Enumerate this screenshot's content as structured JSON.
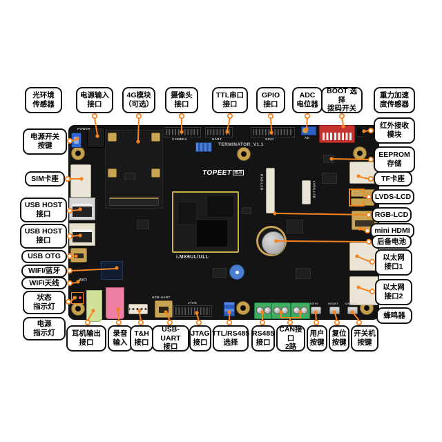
{
  "colors": {
    "accent_line": "#F6831E",
    "pcb": "#141414",
    "label_bg": "#FFFFFF",
    "label_border": "#111111",
    "dip_switch_red": "#C6332E",
    "terminal_green": "#3FAE62",
    "pot_blue": "#2E5FC0"
  },
  "callouts": {
    "top": [
      {
        "id": "light-env-sensor",
        "text": "光环境\n传感器"
      },
      {
        "id": "power-input",
        "text": "电源输入\n接口"
      },
      {
        "id": "module-4g",
        "text": "4G模块\n（可选）"
      },
      {
        "id": "camera",
        "text": "摄像头\n接口"
      },
      {
        "id": "ttl-serial",
        "text": "TTL串口\n接口"
      },
      {
        "id": "gpio",
        "text": "GPIO\n接口"
      },
      {
        "id": "adc-pot",
        "text": "ADC\n电位器"
      },
      {
        "id": "boot-dip",
        "text": "BOOT 选择\n拨码开关"
      }
    ],
    "right": [
      {
        "id": "gravity-sensor",
        "text": "重力加速\n度传感器"
      },
      {
        "id": "ir-receiver",
        "text": "红外接收\n模块"
      },
      {
        "id": "eeprom",
        "text": "EEPROM\n存储"
      },
      {
        "id": "tf-card",
        "text": "TF卡座"
      },
      {
        "id": "lvds-lcd",
        "text": "LVDS-LCD"
      },
      {
        "id": "rgb-lcd",
        "text": "RGB-LCD"
      },
      {
        "id": "mini-hdmi",
        "text": "mini HDMI"
      },
      {
        "id": "backup-battery",
        "text": "后备电池"
      },
      {
        "id": "eth1",
        "text": "以太网\n接口1"
      },
      {
        "id": "eth2",
        "text": "以太网\n接口2"
      },
      {
        "id": "buzzer",
        "text": "蜂鸣器"
      }
    ],
    "left": [
      {
        "id": "power-switch",
        "text": "电源开关\n按键"
      },
      {
        "id": "sim",
        "text": "SIM卡座"
      },
      {
        "id": "usb-host-1",
        "text": "USB HOST\n接口"
      },
      {
        "id": "usb-host-2",
        "text": "USB HOST\n接口"
      },
      {
        "id": "usb-otg",
        "text": "USB OTG"
      },
      {
        "id": "wifi-bt",
        "text": "WIFI/蓝牙"
      },
      {
        "id": "wifi-antenna",
        "text": "WIFI天线"
      },
      {
        "id": "status-led",
        "text": "状态\n指示灯"
      },
      {
        "id": "power-led",
        "text": "电源\n指示灯"
      }
    ],
    "bottom": [
      {
        "id": "headphone-out",
        "text": "耳机输出\n接口"
      },
      {
        "id": "mic-in",
        "text": "录音\n输入"
      },
      {
        "id": "th",
        "text": "T&H\n接口"
      },
      {
        "id": "usb-uart",
        "text": "USB-UART\n接口"
      },
      {
        "id": "jtag",
        "text": "JTAG\n接口"
      },
      {
        "id": "ttl-rs485-sel",
        "text": "TTL/RS485\n选择"
      },
      {
        "id": "rs485",
        "text": "RS485\n接口"
      },
      {
        "id": "can",
        "text": "CAN接口\n2路"
      },
      {
        "id": "user-key",
        "text": "用户\n按键"
      },
      {
        "id": "reset-key",
        "text": "复位\n按键"
      },
      {
        "id": "onoff-key",
        "text": "开关机\n按键"
      }
    ]
  },
  "silkscreen": {
    "board_name": "TERMINATOR_V1.1",
    "brand": "TOPEET",
    "brand_cn": "迅为",
    "cpu": "i.MX6UL/ULL",
    "power": "POWER",
    "camera": "CAMERA",
    "uart": "UART",
    "gpio": "GPIO",
    "ad": "AD",
    "wifi": "WIFI",
    "usb_uart": "USB-UART",
    "jtag": "JTAG",
    "rgb_lcd": "RGB-LCD",
    "lvds_lcd": "LVDS-LCD",
    "key0": "KEY0",
    "reset": "RESET",
    "onoff": "ON/OFF"
  }
}
